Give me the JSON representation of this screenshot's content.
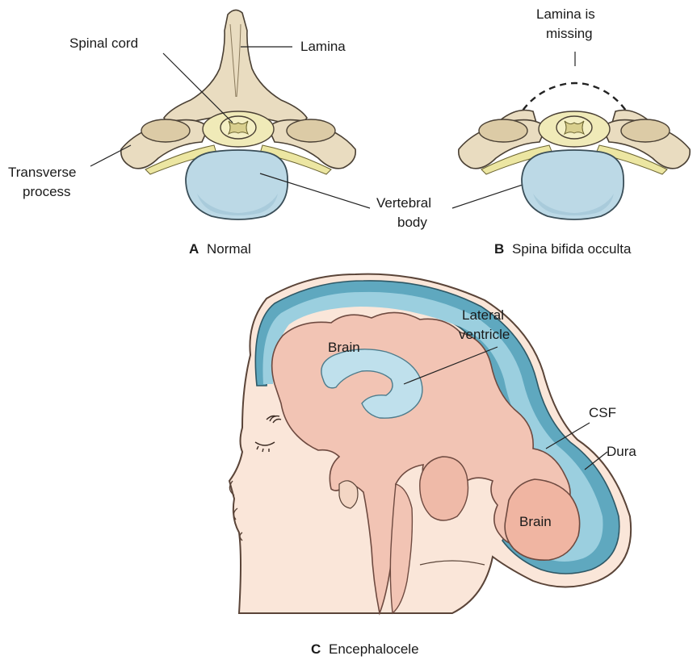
{
  "panels": {
    "a": {
      "letter": "A",
      "caption": "Normal",
      "labels": {
        "lamina": "Lamina",
        "spinal_cord": "Spinal cord",
        "transverse_1": "Transverse",
        "transverse_2": "process",
        "vertebral_1": "Vertebral",
        "vertebral_2": "body"
      }
    },
    "b": {
      "letter": "B",
      "caption": "Spina bifida occulta",
      "labels": {
        "lamina_missing_1": "Lamina is",
        "lamina_missing_2": "missing"
      }
    },
    "c": {
      "letter": "C",
      "caption": "Encephalocele",
      "labels": {
        "brain_upper": "Brain",
        "lateral_1": "Lateral",
        "lateral_2": "ventricle",
        "csf": "CSF",
        "dura": "Dura",
        "brain_lower": "Brain"
      }
    }
  },
  "colors": {
    "bone": "#e9dcc0",
    "vertebral_body": "#bcd9e6",
    "brain": "#f2c4b4",
    "csf": "#6fb3c9",
    "skin": "#fae6d9"
  }
}
